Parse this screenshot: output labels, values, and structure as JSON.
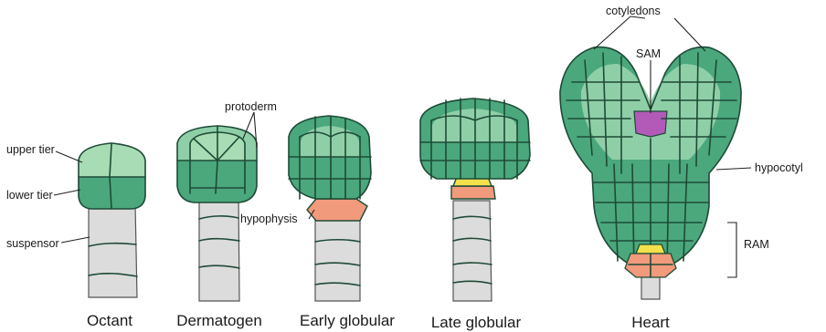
{
  "stages": [
    "Octant",
    "Dermatogen",
    "Early globular",
    "Late globular",
    "Heart"
  ],
  "labels": {
    "upper_tier": "upper tier",
    "lower_tier": "lower tier",
    "suspensor": "suspensor",
    "protoderm": "protoderm",
    "hypophysis": "hypophysis",
    "cotyledons": "cotyledons",
    "sam": "SAM",
    "hypocotyl": "hypocotyl",
    "ram": "RAM"
  },
  "colors": {
    "upper_tier": "#a8dcb4",
    "embryo_dark": "#4aa87c",
    "embryo_light": "#8fcfa8",
    "suspensor": "#dcdcdc",
    "hypophysis": "#f29a7c",
    "quiescent_center": "#f2e14a",
    "sam": "#b35ab9",
    "cell_wall": "#1e4a36"
  }
}
